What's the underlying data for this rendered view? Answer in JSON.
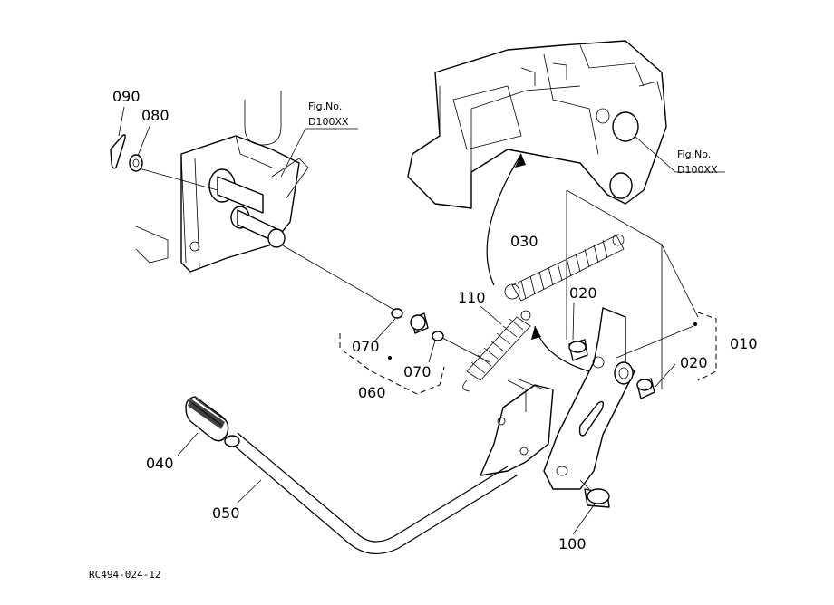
{
  "diagram": {
    "parts": [
      {
        "id": "p090",
        "label": "090"
      },
      {
        "id": "p080",
        "label": "080"
      },
      {
        "id": "p030",
        "label": "030"
      },
      {
        "id": "p020a",
        "label": "020"
      },
      {
        "id": "p110",
        "label": "110"
      },
      {
        "id": "p070a",
        "label": "070"
      },
      {
        "id": "p070b",
        "label": "070"
      },
      {
        "id": "p060",
        "label": "060"
      },
      {
        "id": "p010",
        "label": "010"
      },
      {
        "id": "p020b",
        "label": "020"
      },
      {
        "id": "p040",
        "label": "040"
      },
      {
        "id": "p050",
        "label": "050"
      },
      {
        "id": "p100",
        "label": "100"
      }
    ],
    "fig_refs": [
      {
        "id": "ref_left",
        "line1": "Fig.No.",
        "line2": "D100XX"
      },
      {
        "id": "ref_right",
        "line1": "Fig.No.",
        "line2": "D100XX"
      }
    ],
    "drawing_code": "RC494-024-12"
  }
}
